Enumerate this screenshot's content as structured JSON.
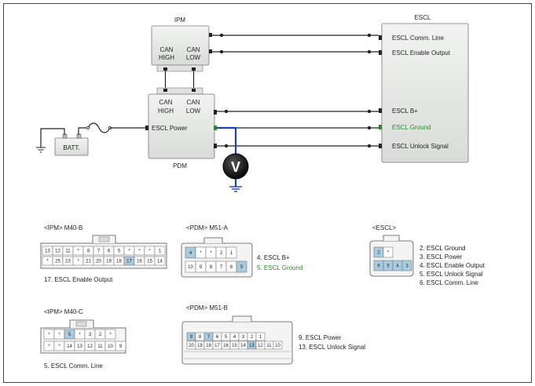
{
  "modules": {
    "ipm": {
      "title": "IPM",
      "can_high": [
        "CAN",
        "HIGH"
      ],
      "can_low": [
        "CAN",
        "LOW"
      ]
    },
    "pdm": {
      "title": "PDM",
      "can_high": [
        "CAN",
        "HIGH"
      ],
      "can_low": [
        "CAN",
        "LOW"
      ],
      "escl_power": "ESCL Power"
    },
    "escl": {
      "title": "ESCL",
      "comm_line": "ESCL Comm. Line",
      "enable_output": "ESCL Enable Output",
      "b_plus": "ESCL B+",
      "ground": "ESCL Ground",
      "unlock_signal": "ESCL Unlock Signal"
    },
    "batt": "BATT.",
    "meter": "V"
  },
  "connectors": {
    "ipm_m40b": {
      "title": "<IPM> M40-B",
      "row1": [
        "13",
        "12",
        "11",
        "*",
        "8",
        "7",
        "6",
        "5",
        "*",
        "*",
        "*",
        "1"
      ],
      "row2": [
        "*",
        "25",
        "23",
        "*",
        "21",
        "20",
        "19",
        "18",
        "17",
        "16",
        "15",
        "14"
      ],
      "highlight": "17",
      "note": "17. ESCL Enable Output"
    },
    "pdm_m51a": {
      "title": "<PDM> M51-A",
      "top": [
        "4",
        "*",
        "*",
        "2",
        "1"
      ],
      "bottom": [
        "10",
        "9",
        "8",
        "7",
        "6",
        "5"
      ],
      "notes": [
        "4. ESCL B+",
        "5. ESCL Ground"
      ]
    },
    "escl_conn": {
      "title": "<ESCL>",
      "top": [
        "2",
        "*"
      ],
      "bottom": [
        "6",
        "5",
        "4",
        "3"
      ],
      "notes": [
        "2. ESCL Ground",
        "3. ESCL Power",
        "4. ESCL Enable Output",
        "5. ESCL Unlock Signal",
        "6. ESCL Comm. Line"
      ]
    },
    "ipm_m40c": {
      "title": "<IPM> M40-C",
      "row1": [
        "*",
        "*",
        "5",
        "*",
        "3",
        "2",
        "*"
      ],
      "row2": [
        "*",
        "*",
        "14",
        "13",
        "12",
        "11",
        "10",
        "9"
      ],
      "note": "5. ESCL Comm. Line"
    },
    "pdm_m51b": {
      "title": "<PDM> M51-B",
      "row1": [
        "9",
        "8",
        "7",
        "6",
        "5",
        "4",
        "3",
        "2",
        "1"
      ],
      "row2": [
        "20",
        "19",
        "18",
        "17",
        "16",
        "15",
        "14",
        "13",
        "12",
        "11",
        "10"
      ],
      "notes": [
        "9. ESCL Power",
        "13. ESCL Unlock Signal"
      ]
    }
  },
  "colors": {
    "ground_wire": "#2a8a2a",
    "meter_probe": "#1f3fbf",
    "pin_highlight": "#a9cbe0",
    "module_fill": "#e6e8e6"
  }
}
